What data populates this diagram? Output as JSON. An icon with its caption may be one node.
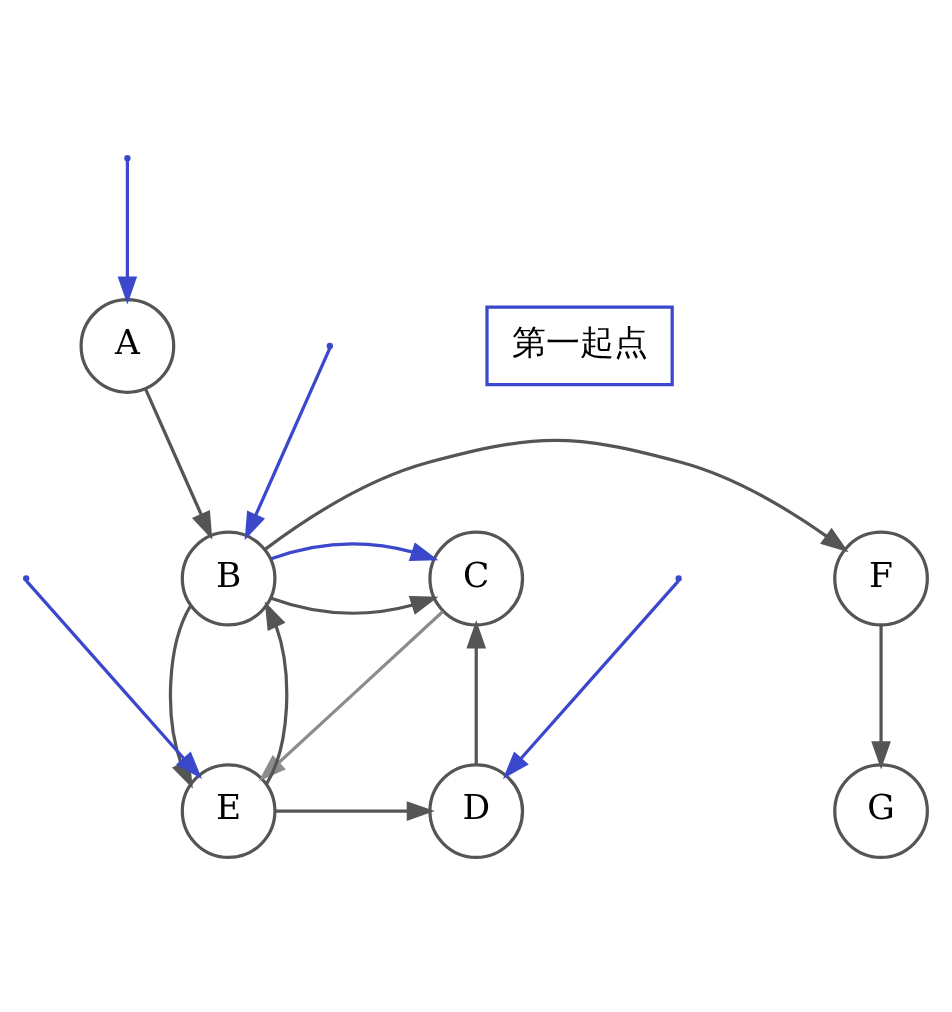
{
  "diagram": {
    "nodes": [
      {
        "text": [
          "A"
        ]
      },
      {
        "text": [
          "第一起点"
        ]
      },
      {
        "text": [
          "C"
        ]
      },
      {
        "text": [
          "B"
        ]
      },
      {
        "text": [
          "F"
        ]
      },
      {
        "text": [
          "D"
        ]
      },
      {
        "text": [
          "E"
        ]
      },
      {
        "text": [
          "G"
        ]
      }
    ],
    "edges": [
      {
        "from": 0,
        "to": 3,
        "arrow": "to"
      },
      {
        "from": 3,
        "to": 2,
        "arrow": "to"
      },
      {
        "from": 3,
        "to": 4,
        "arrow": "to"
      },
      {
        "from": 4,
        "to": 7,
        "arrow": "to"
      },
      {
        "from": 5,
        "to": 2,
        "arrow": "to"
      },
      {
        "from": 2,
        "to": 6,
        "arrow": "to",
        "color": "#8c8c8c"
      },
      {
        "from": 3,
        "to": 6,
        "arrow": "to"
      },
      {
        "from": 6,
        "to": 3,
        "arrow": "to"
      },
      {
        "from": 6,
        "to": 5,
        "arrow": "to"
      },
      {
        "from": null,
        "to": 0,
        "arrow": "to",
        "color": "#3b48cc"
      },
      {
        "from": null,
        "to": 3,
        "arrow": "to",
        "color": "#3b48cc"
      },
      {
        "from": 3,
        "to": 2,
        "arrow": "to",
        "color": "#3b48cc"
      },
      {
        "from": null,
        "to": 6,
        "arrow": "to",
        "color": "#3b48cc"
      },
      {
        "from": null,
        "to": 5,
        "arrow": "to",
        "color": "#3b48cc"
      }
    ]
  }
}
